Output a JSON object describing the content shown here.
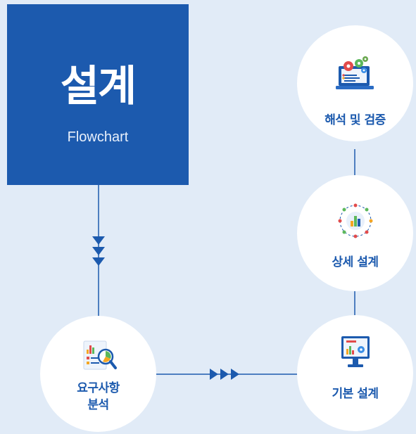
{
  "title": {
    "main": "설계",
    "sub": "Flowchart"
  },
  "nodes": {
    "requirements": {
      "label": "요구사항\n분석",
      "icon": "document-analysis-icon"
    },
    "basic_design": {
      "label": "기본 설계",
      "icon": "monitor-settings-icon"
    },
    "detail_design": {
      "label": "상세 설계",
      "icon": "network-chart-icon"
    },
    "analysis_verify": {
      "label": "해석 및 검증",
      "icon": "laptop-gears-icon"
    }
  },
  "colors": {
    "primary": "#1c5aae",
    "background": "#e1ebf7",
    "node": "#ffffff",
    "accent_orange": "#f5a623",
    "accent_red": "#e24b4b",
    "accent_green": "#5cb85c"
  }
}
